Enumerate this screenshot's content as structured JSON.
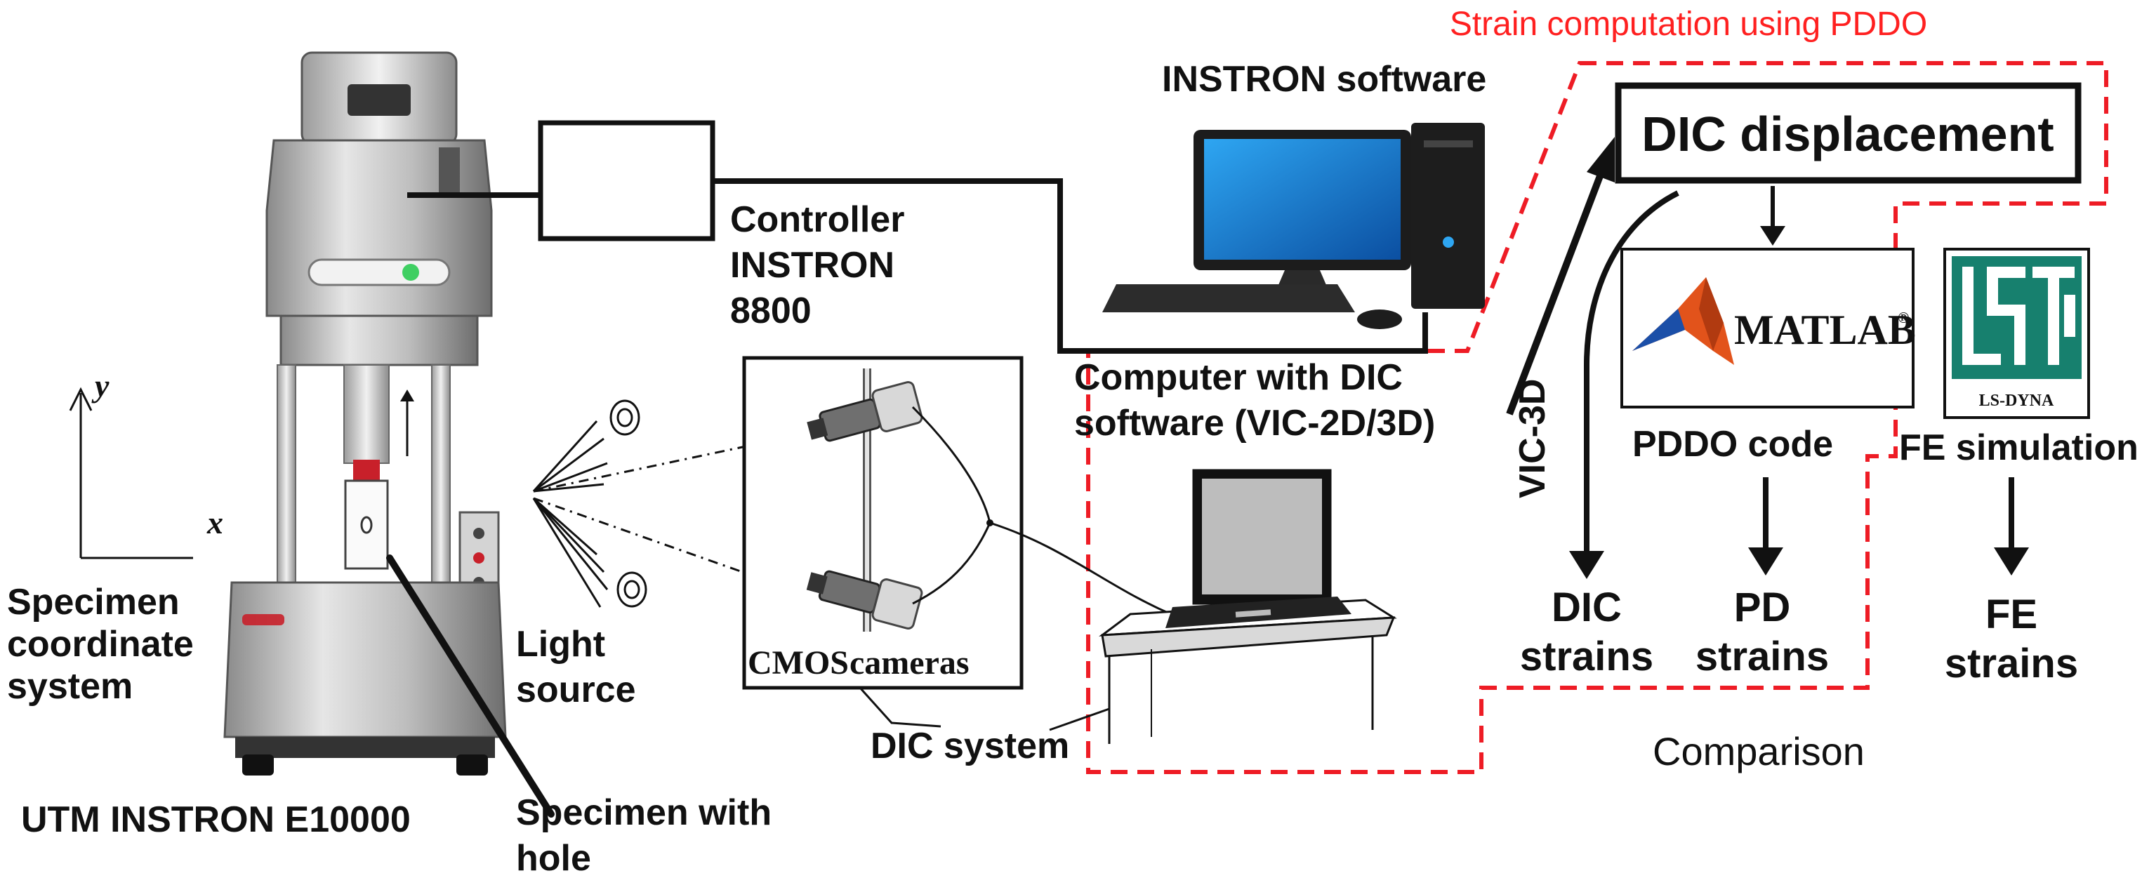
{
  "header": {
    "strain_title": "Strain computation using PDDO"
  },
  "utm": {
    "label": "UTM INSTRON E10000",
    "axis_y": "y",
    "axis_x": "x",
    "coord_line1": "Specimen",
    "coord_line2": "coordinate",
    "coord_line3": "system",
    "specimen_line1": "Specimen with",
    "specimen_line2": "hole"
  },
  "controller": {
    "line1": "Controller",
    "line2": "INSTRON",
    "line3": "8800"
  },
  "instron_software": {
    "label": "INSTRON software"
  },
  "light": {
    "line1": "Light",
    "line2": "source"
  },
  "dic_system": {
    "cameras_a": "CMOS",
    "cameras_b": "cameras",
    "label": "DIC system"
  },
  "dic_computer": {
    "line1": "Computer with DIC",
    "line2": "software (VIC-2D/3D)"
  },
  "dic_displacement": {
    "label": "DIC displacement"
  },
  "vic3d": {
    "label": "VIC-3D"
  },
  "matlab": {
    "logo_text": "MATLAB",
    "reg_mark": "®",
    "caption": "PDDO code"
  },
  "lsdyna": {
    "logo_text": "LS-DYNA",
    "caption": "FE simulation"
  },
  "outputs": {
    "dic_line1": "DIC",
    "dic_line2": "strains",
    "pd_line1": "PD",
    "pd_line2": "strains",
    "fe_line1": "FE",
    "fe_line2": "strains"
  },
  "comparison": {
    "label": "Comparison"
  },
  "colors": {
    "dash_red": "#ee1c25",
    "title_red": "#ff2020",
    "screen_blue": "#1a7fd6",
    "matlab_orange": "#e2531b"
  }
}
